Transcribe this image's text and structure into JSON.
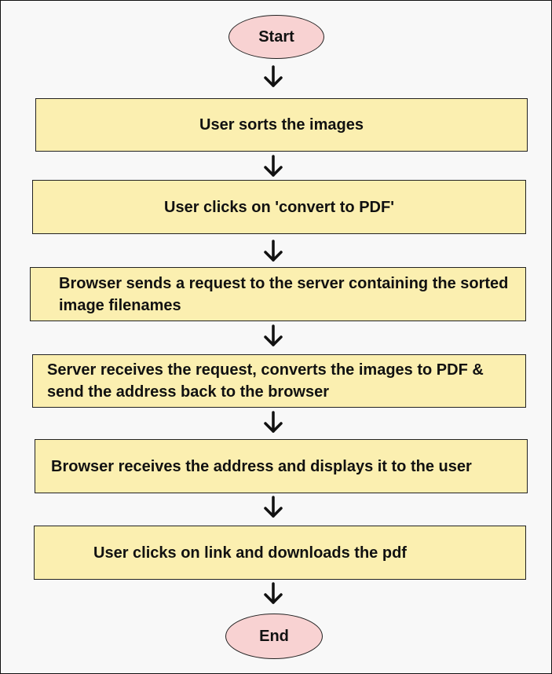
{
  "nodes": {
    "start": "Start",
    "step1": "User sorts the images",
    "step2": "User clicks on 'convert to PDF'",
    "step3": "Browser sends a request to the server containing the sorted image filenames",
    "step4": "Server receives the request, converts the images to PDF & send the address back to the browser",
    "step5": "Browser receives the address and displays it to the user",
    "step6": "User clicks on link and downloads the pdf",
    "end": "End"
  },
  "colors": {
    "terminal_fill": "#f8d2d2",
    "process_fill": "#fbefb0",
    "background": "#f8f8f8",
    "stroke": "#111111"
  },
  "icons": {
    "connector": "arrow-down-icon"
  }
}
